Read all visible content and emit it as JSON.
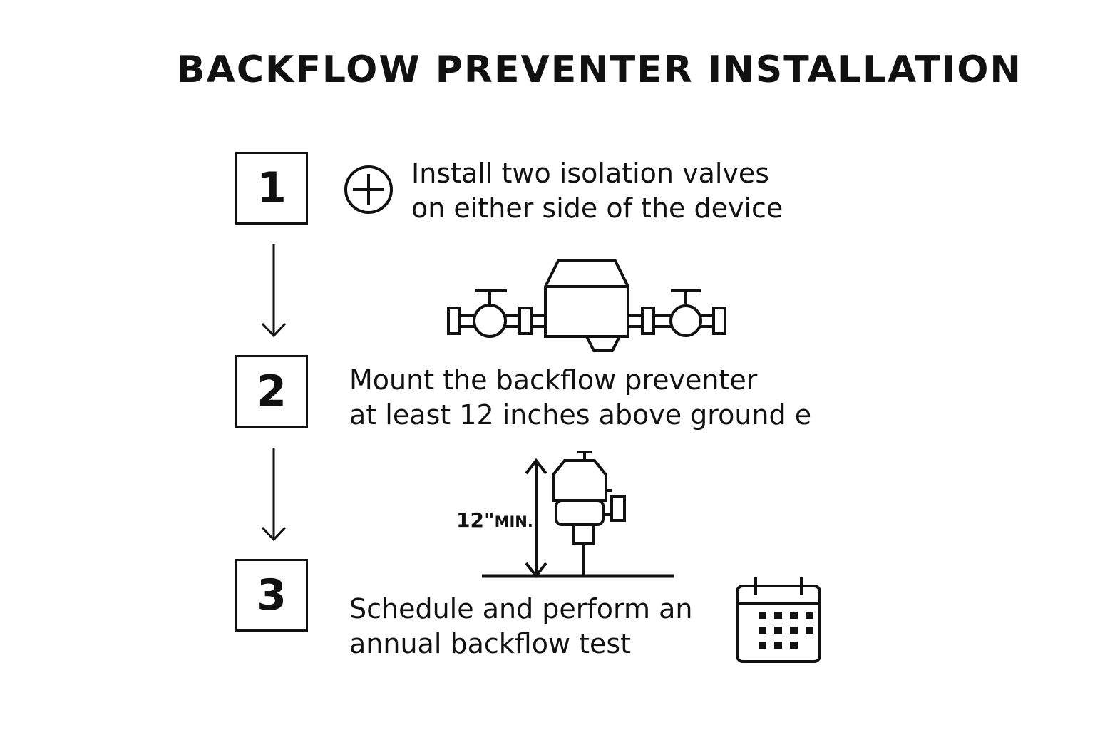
{
  "title": "BACKFLOW PREVENTER INSTALLATION",
  "steps": [
    {
      "number": "1",
      "lines": [
        "Install two isolation valves",
        "on either side of the device"
      ],
      "icon": "circle-plus-icon"
    },
    {
      "number": "2",
      "lines": [
        "Mount the backflow preventer",
        "at least 12 inches above ground e"
      ],
      "icon": "backflow-assembly-icon"
    },
    {
      "number": "3",
      "lines": [
        "Schedule and perform an",
        "annual backflow test"
      ],
      "icon": "calendar-icon"
    }
  ],
  "height_annotation": {
    "value": "12\"",
    "unit": "MIN."
  },
  "colors": {
    "ink": "#111111",
    "background": "#ffffff"
  }
}
